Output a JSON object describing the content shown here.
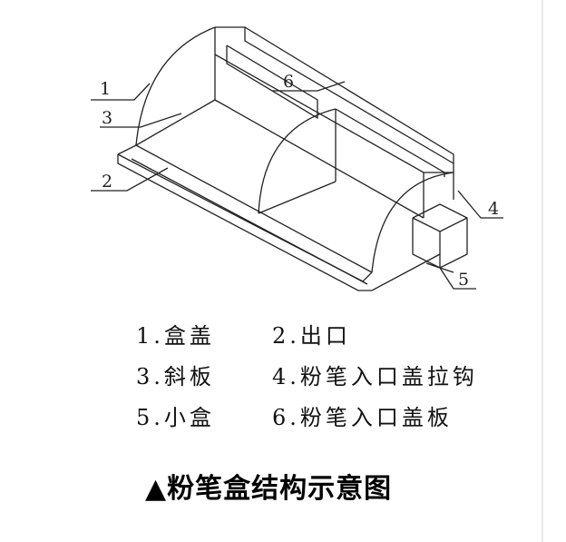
{
  "diagram": {
    "part_labels": [
      "1",
      "2",
      "3",
      "4",
      "5",
      "6"
    ],
    "legend": [
      "1.盒盖",
      "2.出口",
      "3.斜板",
      "4.粉笔入口盖拉钩",
      "5.小盒",
      "6.粉笔入口盖板"
    ],
    "caption_marker": "▲",
    "caption": "粉笔盒结构示意图"
  }
}
